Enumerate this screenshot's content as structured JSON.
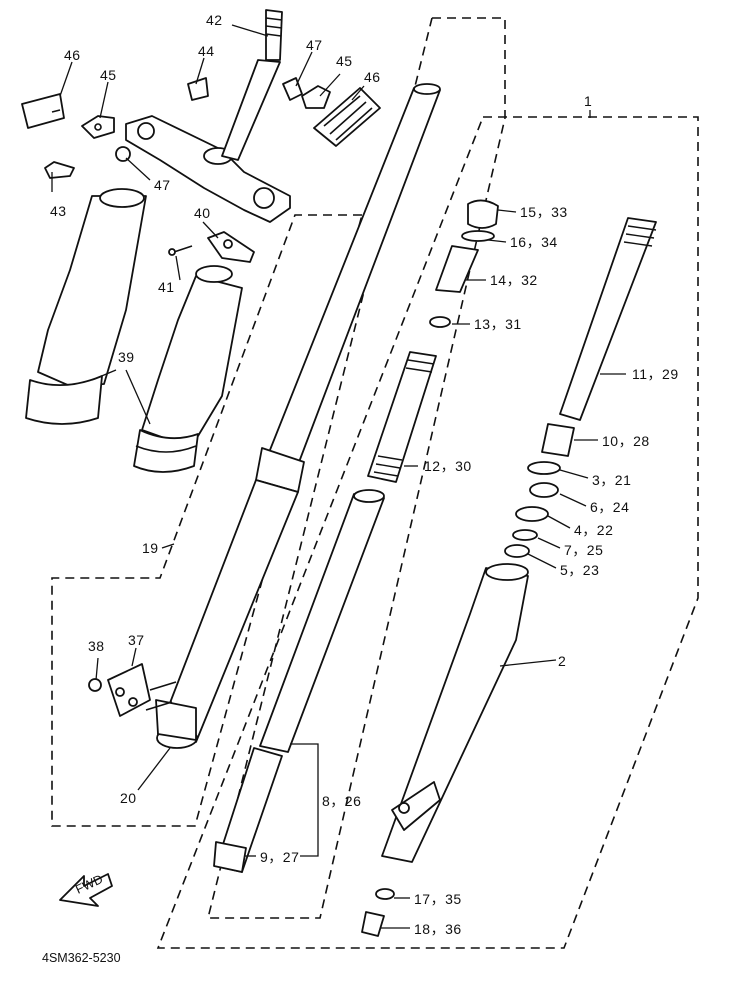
{
  "diagram": {
    "catalog_code": "4SM362-5230",
    "fwd_label": "FWD",
    "labels": {
      "p1": "1",
      "p2": "2",
      "p3": "3，21",
      "p4": "4，22",
      "p5": "5，23",
      "p6": "6，24",
      "p7": "7，25",
      "p8": "8，26",
      "p9": "9，27",
      "p10": "10，28",
      "p11": "11，29",
      "p12": "12，30",
      "p13": "13，31",
      "p14": "14，32",
      "p15": "15，33",
      "p16": "16，34",
      "p17": "17，35",
      "p18": "18，36",
      "p19": "19",
      "p20": "20",
      "p37": "37",
      "p38": "38",
      "p39": "39",
      "p40": "40",
      "p41": "41",
      "p42": "42",
      "p43": "43",
      "p44": "44",
      "p45a": "45",
      "p45b": "45",
      "p46a": "46",
      "p46b": "46",
      "p47a": "47",
      "p47b": "47"
    }
  }
}
